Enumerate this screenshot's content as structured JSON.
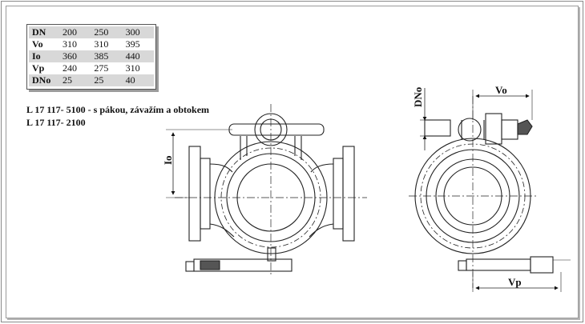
{
  "table": {
    "rows": [
      {
        "label": "DN",
        "values": [
          "200",
          "250",
          "300"
        ]
      },
      {
        "label": "Vo",
        "values": [
          "310",
          "310",
          "395"
        ]
      },
      {
        "label": "Io",
        "values": [
          "360",
          "385",
          "440"
        ]
      },
      {
        "label": "Vp",
        "values": [
          "240",
          "275",
          "310"
        ]
      },
      {
        "label": "DNo",
        "values": [
          "25",
          "25",
          "40"
        ]
      }
    ]
  },
  "captions": {
    "line1": "L 17 117- 5100  - s pákou, závažím a obtokem",
    "line2": "L 17 117- 2100"
  },
  "dimensions": {
    "io": "Io",
    "dno": "DNo",
    "vo": "Vo",
    "vp": "Vp"
  }
}
